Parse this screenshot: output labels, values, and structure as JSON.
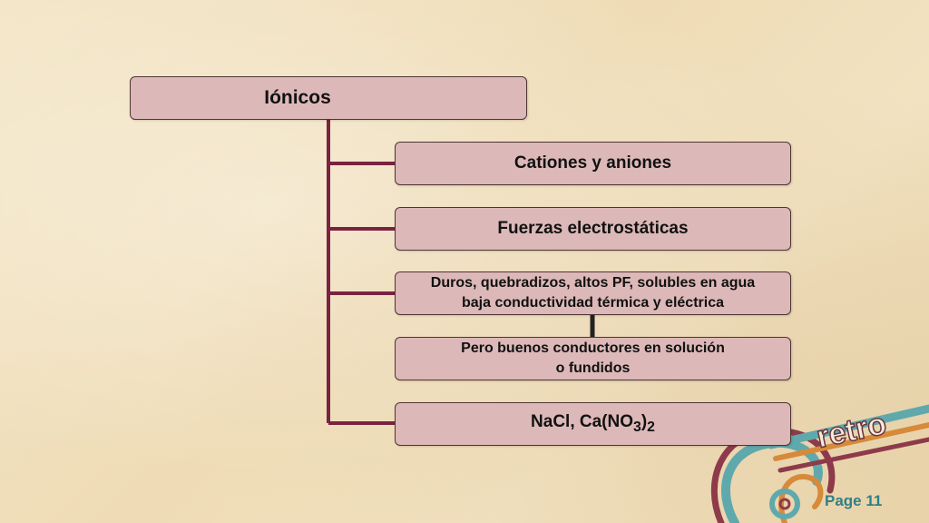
{
  "diagram": {
    "root": {
      "label": "Iónicos"
    },
    "children": [
      {
        "lines": [
          "Cationes y aniones"
        ]
      },
      {
        "lines": [
          "Fuerzas electrostáticas"
        ]
      },
      {
        "lines": [
          "Duros, quebradizos, altos PF, solubles en agua",
          "baja conductividad térmica y eléctrica"
        ]
      },
      {
        "lines": [
          "Pero buenos conductores en solución",
          "o fundidos"
        ]
      },
      {
        "formula": {
          "prefix": "NaCl, Ca(NO",
          "sub1": "3",
          "mid": ")",
          "sub2": "2"
        }
      }
    ]
  },
  "footer": {
    "page_label": "Page 11"
  },
  "decoration": {
    "logo_text": "retro",
    "logo_icon": "retro-swirl-icon"
  },
  "colors": {
    "node_fill": "#ddb8b8",
    "node_border": "#4e3535",
    "connector": "#7a2340",
    "page_number": "#2f7f86",
    "background": "#f1e2c2"
  }
}
